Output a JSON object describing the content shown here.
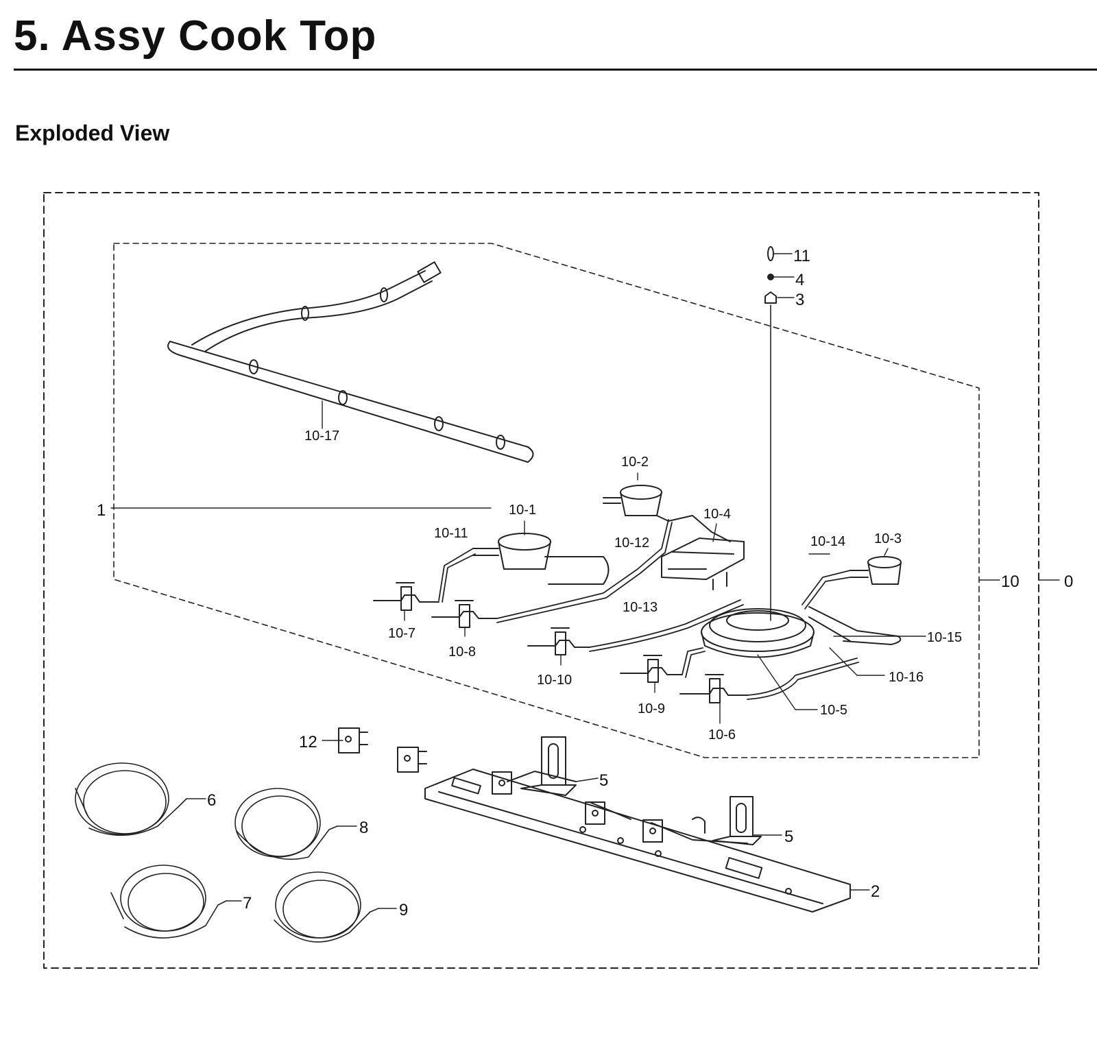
{
  "page": {
    "title": "5.  Assy Cook Top",
    "section": "Exploded View"
  },
  "callouts": {
    "c0": "0",
    "c1": "1",
    "c2": "2",
    "c3": "3",
    "c4": "4",
    "c5a": "5",
    "c5b": "5",
    "c6": "6",
    "c7": "7",
    "c8": "8",
    "c9": "9",
    "c10": "10",
    "c11": "11",
    "c12": "12",
    "c10_1": "10-1",
    "c10_2": "10-2",
    "c10_3": "10-3",
    "c10_4": "10-4",
    "c10_5": "10-5",
    "c10_6": "10-6",
    "c10_7": "10-7",
    "c10_8": "10-8",
    "c10_9": "10-9",
    "c10_10": "10-10",
    "c10_11": "10-11",
    "c10_12": "10-12",
    "c10_13": "10-13",
    "c10_14": "10-14",
    "c10_15": "10-15",
    "c10_16": "10-16",
    "c10_17": "10-17"
  }
}
